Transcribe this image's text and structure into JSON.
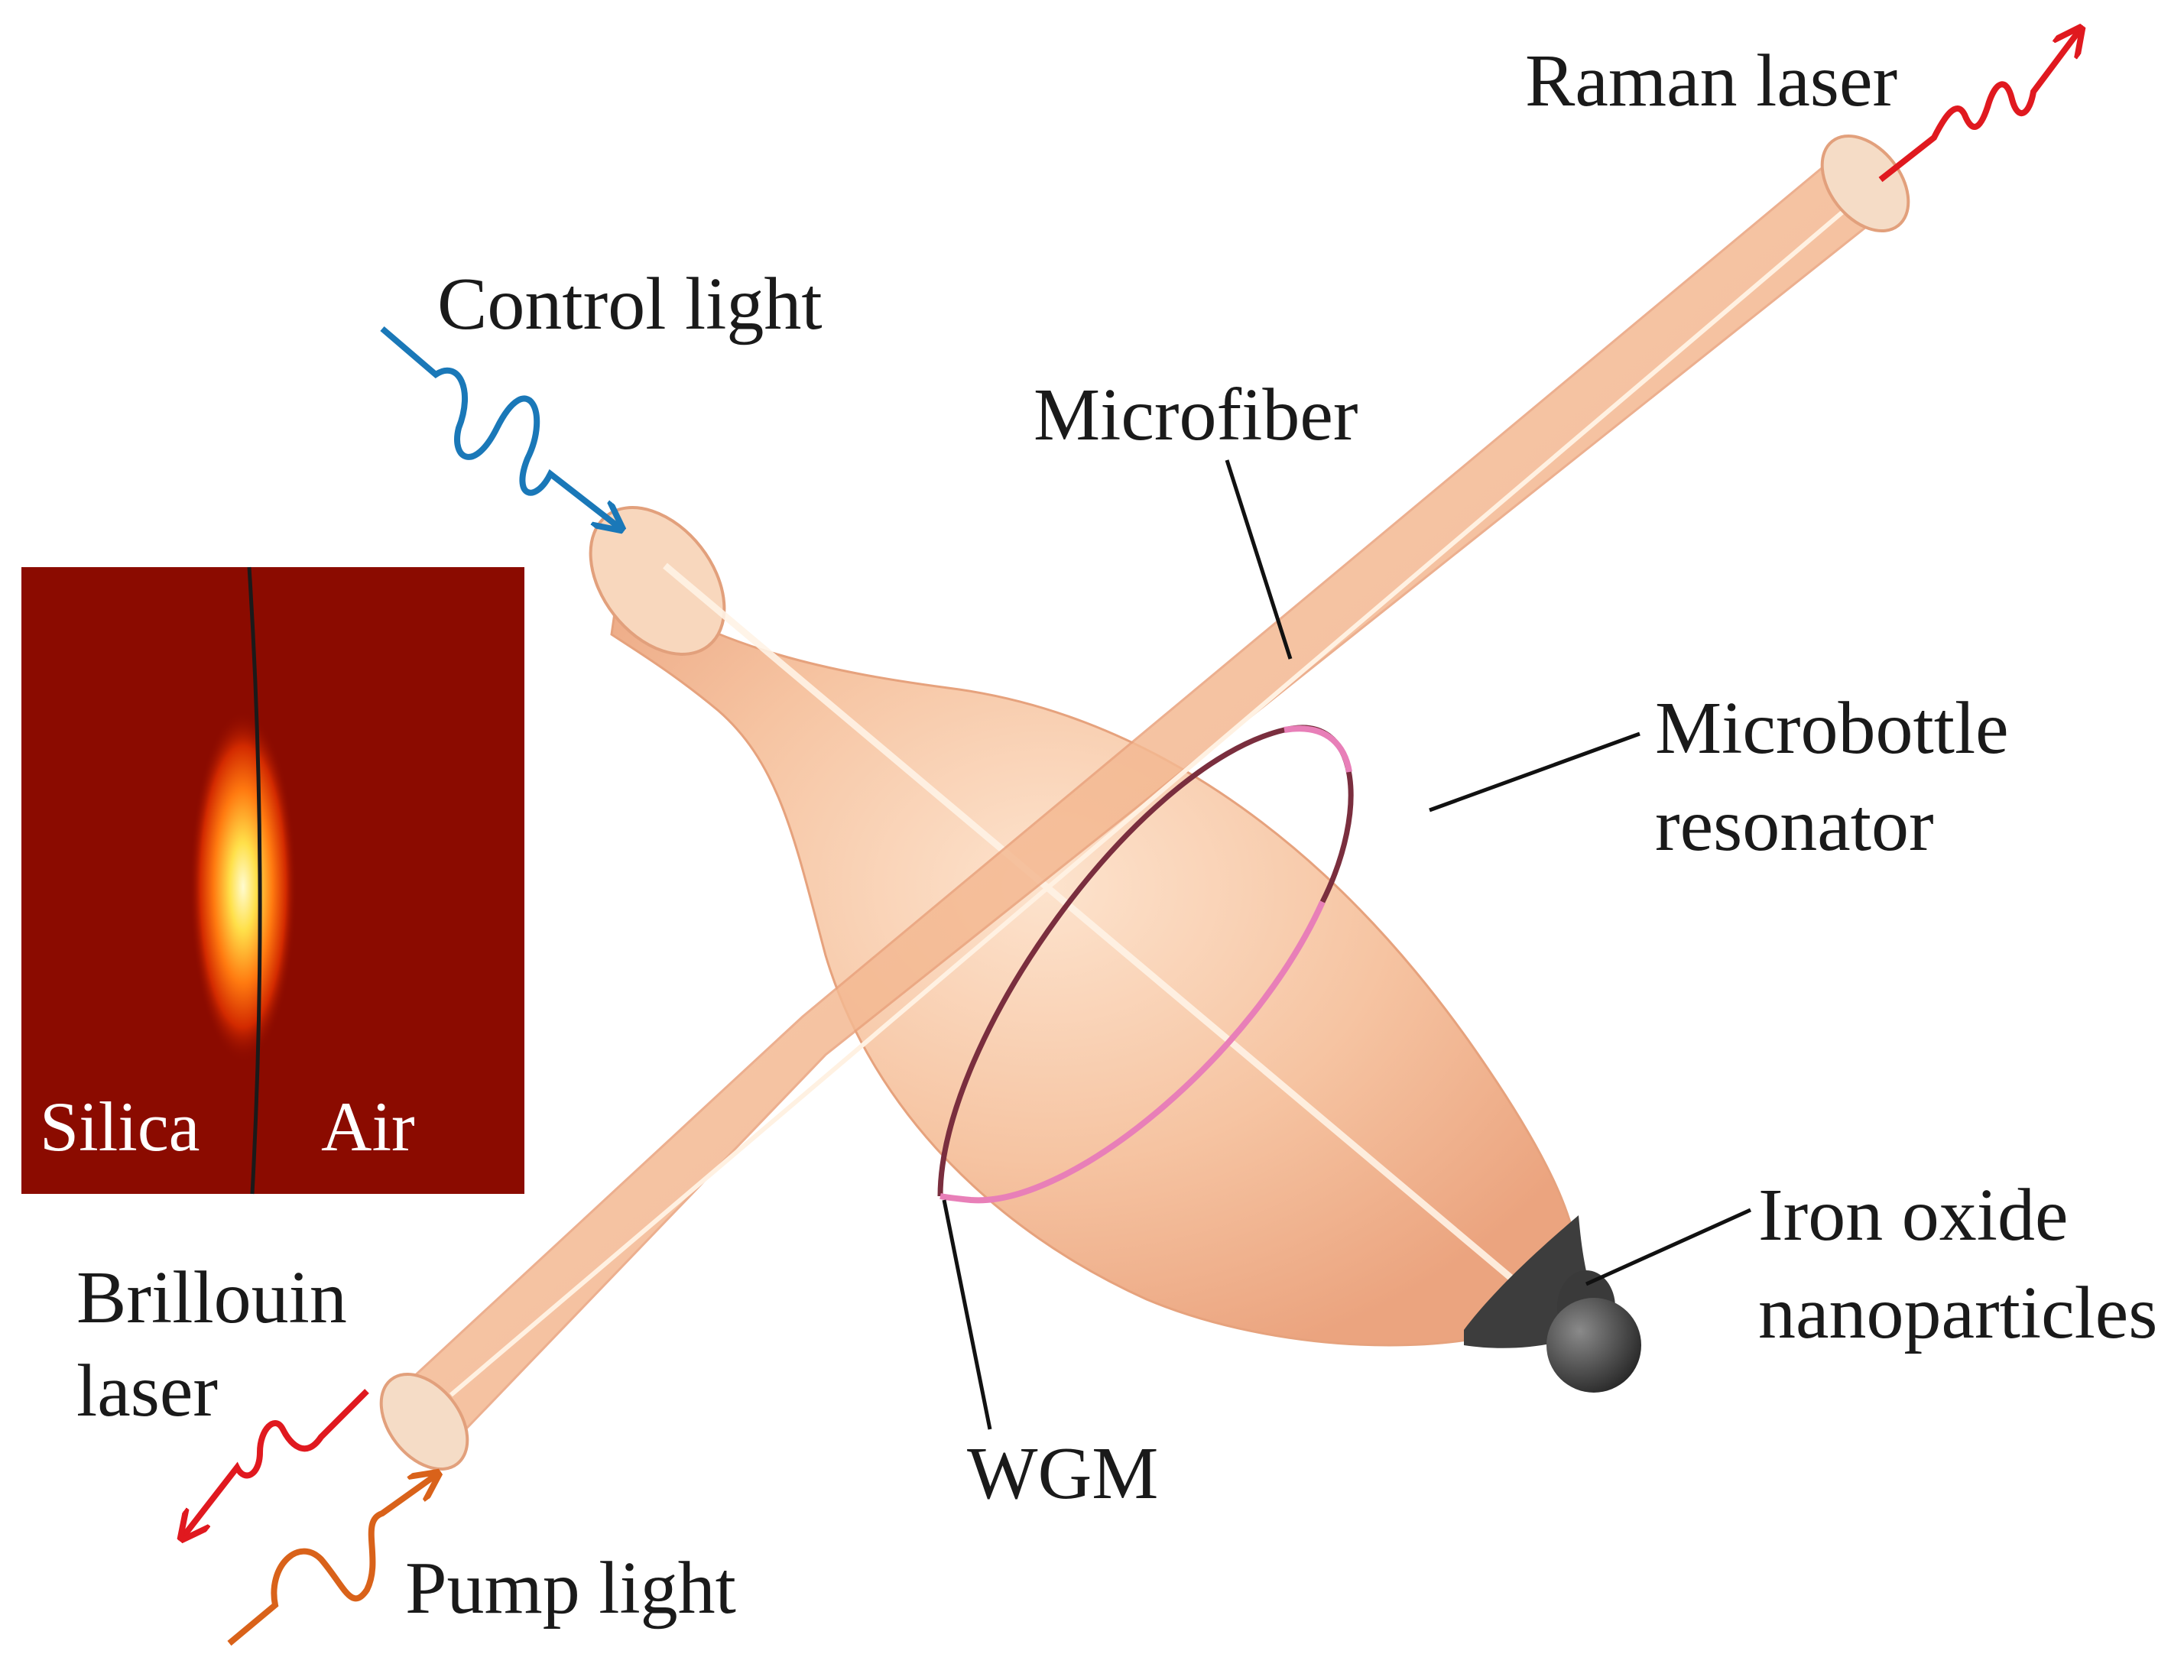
{
  "labels": {
    "raman_laser": "Raman laser",
    "control_light": "Control light",
    "microfiber": "Microfiber",
    "microbottle_line1": "Microbottle",
    "microbottle_line2": "resonator",
    "iron_oxide_line1": "Iron oxide",
    "iron_oxide_line2": "nanoparticles",
    "brillouin_line1": "Brillouin",
    "brillouin_line2": "laser",
    "wgm": "WGM",
    "pump_light": "Pump light"
  },
  "inset": {
    "left_label": "Silica",
    "right_label": "Air"
  },
  "colors": {
    "raman": "#e0191f",
    "control": "#1a78b8",
    "pump": "#d9621a",
    "brillouin": "#e0191f",
    "resonator": "#f4b894",
    "fiber": "#f2b98e",
    "wgm_ring": "#e87fb8",
    "nanoparticles": "#3d3d3d",
    "inset_background": "#8b0b00"
  }
}
